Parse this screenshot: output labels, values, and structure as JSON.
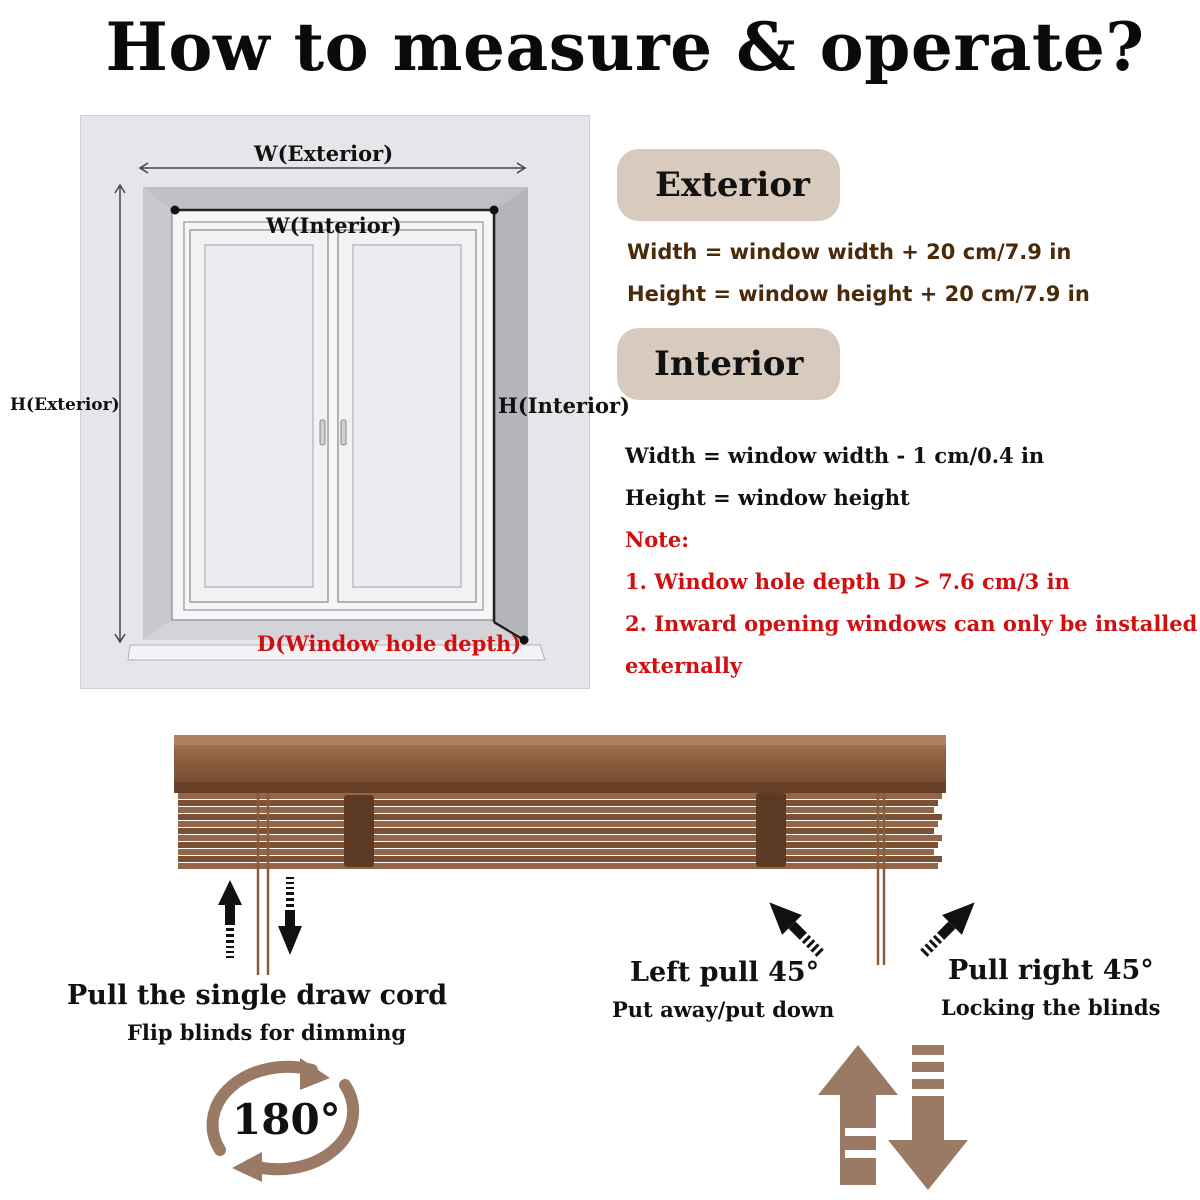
{
  "title": "How to measure & operate?",
  "measure": {
    "labels": {
      "w_exterior": "W(Exterior)",
      "w_interior": "W(Interior)",
      "h_exterior": "H(Exterior)",
      "h_interior": "H(Interior)",
      "depth": "D(Window hole depth)"
    },
    "exterior": {
      "heading": "Exterior",
      "width": "Width = window width + 20 cm/7.9 in",
      "height": "Height = window height + 20 cm/7.9 in"
    },
    "interior": {
      "heading": "Interior",
      "width": "Width = window width - 1 cm/0.4 in",
      "height": "Height = window height"
    },
    "note": {
      "label": "Note:",
      "item1": "1. Window hole depth D > 7.6 cm/3 in",
      "item2_line1": "2. Inward opening windows can only be installed",
      "item2_line2": "externally"
    }
  },
  "operate": {
    "draw_cord": {
      "title": "Pull the single draw cord",
      "subtitle": "Flip blinds for dimming",
      "rotation": "180°"
    },
    "left_pull": {
      "title": "Left pull 45°",
      "subtitle": "Put away/put down"
    },
    "right_pull": {
      "title": "Pull right 45°",
      "subtitle": "Locking the blinds"
    }
  },
  "colors": {
    "pill": "#d8cabc",
    "formula_brown": "#4a2a08",
    "note_red": "#d01010",
    "wood": "#8a5a3c",
    "arrow_brown": "#9a7a64"
  }
}
